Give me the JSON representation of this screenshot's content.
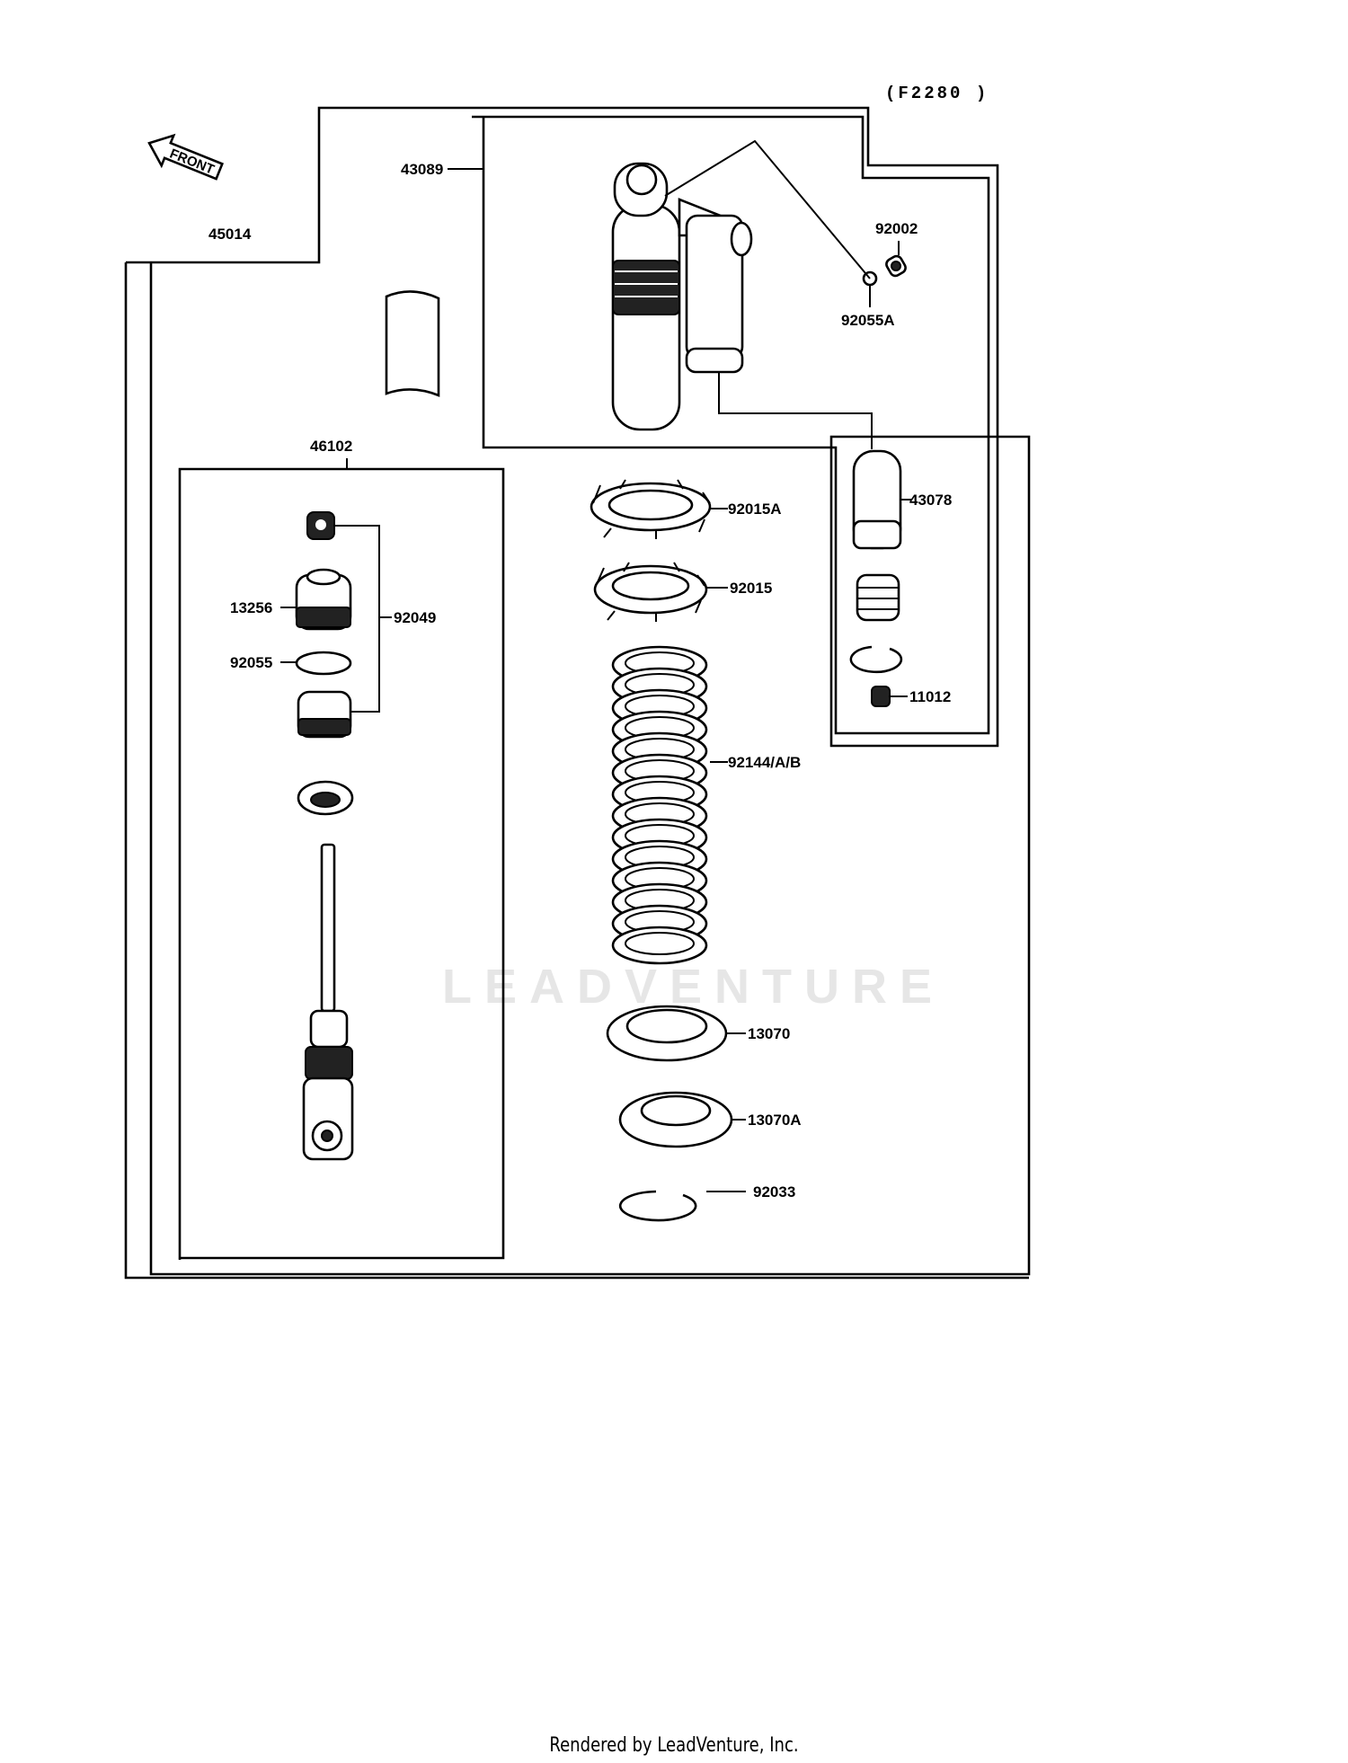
{
  "figure_ref": "(F2280 )",
  "front_arrow_text": "FRONT",
  "watermark": "LEADVENTURE",
  "footer": "Rendered by LeadVenture, Inc.",
  "parts": {
    "p45014": "45014",
    "p43089": "43089",
    "p92002": "92002",
    "p92055A": "92055A",
    "p46102": "46102",
    "p43078": "43078",
    "p92015A": "92015A",
    "p92015": "92015",
    "p13256": "13256",
    "p92049": "92049",
    "p92055": "92055",
    "p11012": "11012",
    "p92144": "92144/A/B",
    "p13070": "13070",
    "p13070A": "13070A",
    "p92033": "92033"
  }
}
